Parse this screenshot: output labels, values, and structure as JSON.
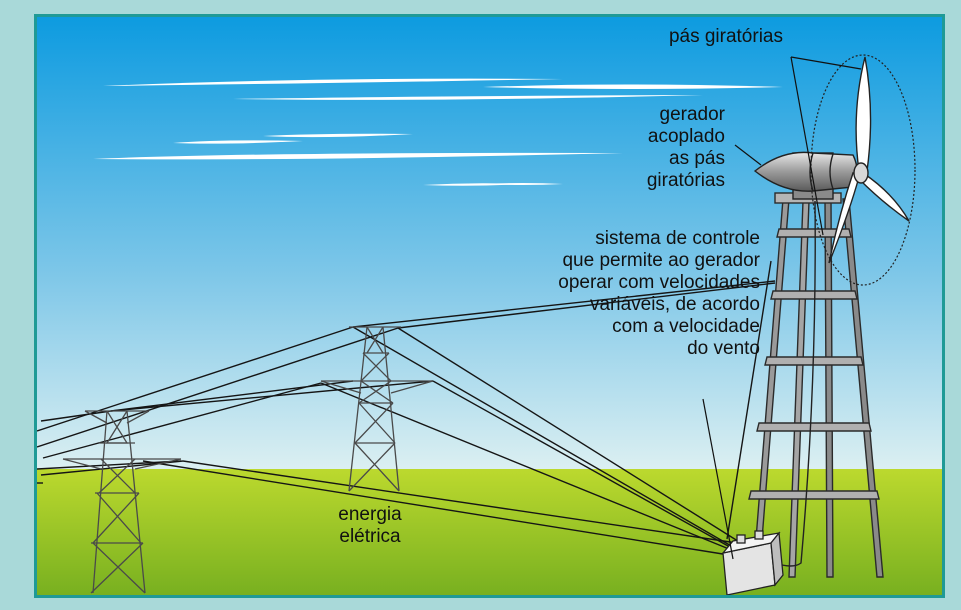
{
  "labels": {
    "blades": "pás giratórias",
    "generator": [
      "gerador",
      "acoplado",
      "as pás",
      "giratórias"
    ],
    "control": [
      "sistema de controle",
      "que permite ao gerador",
      "operar com velocidades",
      "variáveis, de acordo",
      "com a velocidade",
      "do vento"
    ],
    "energy": [
      "energia",
      "elétrica"
    ]
  },
  "colors": {
    "sky_top": "#1aa3e3",
    "sky_bottom": "#d7eef1",
    "ground_top": "#b6d42a",
    "ground_bottom": "#7db31f",
    "frame": "#a9d9d9",
    "border": "#1f9a96"
  }
}
